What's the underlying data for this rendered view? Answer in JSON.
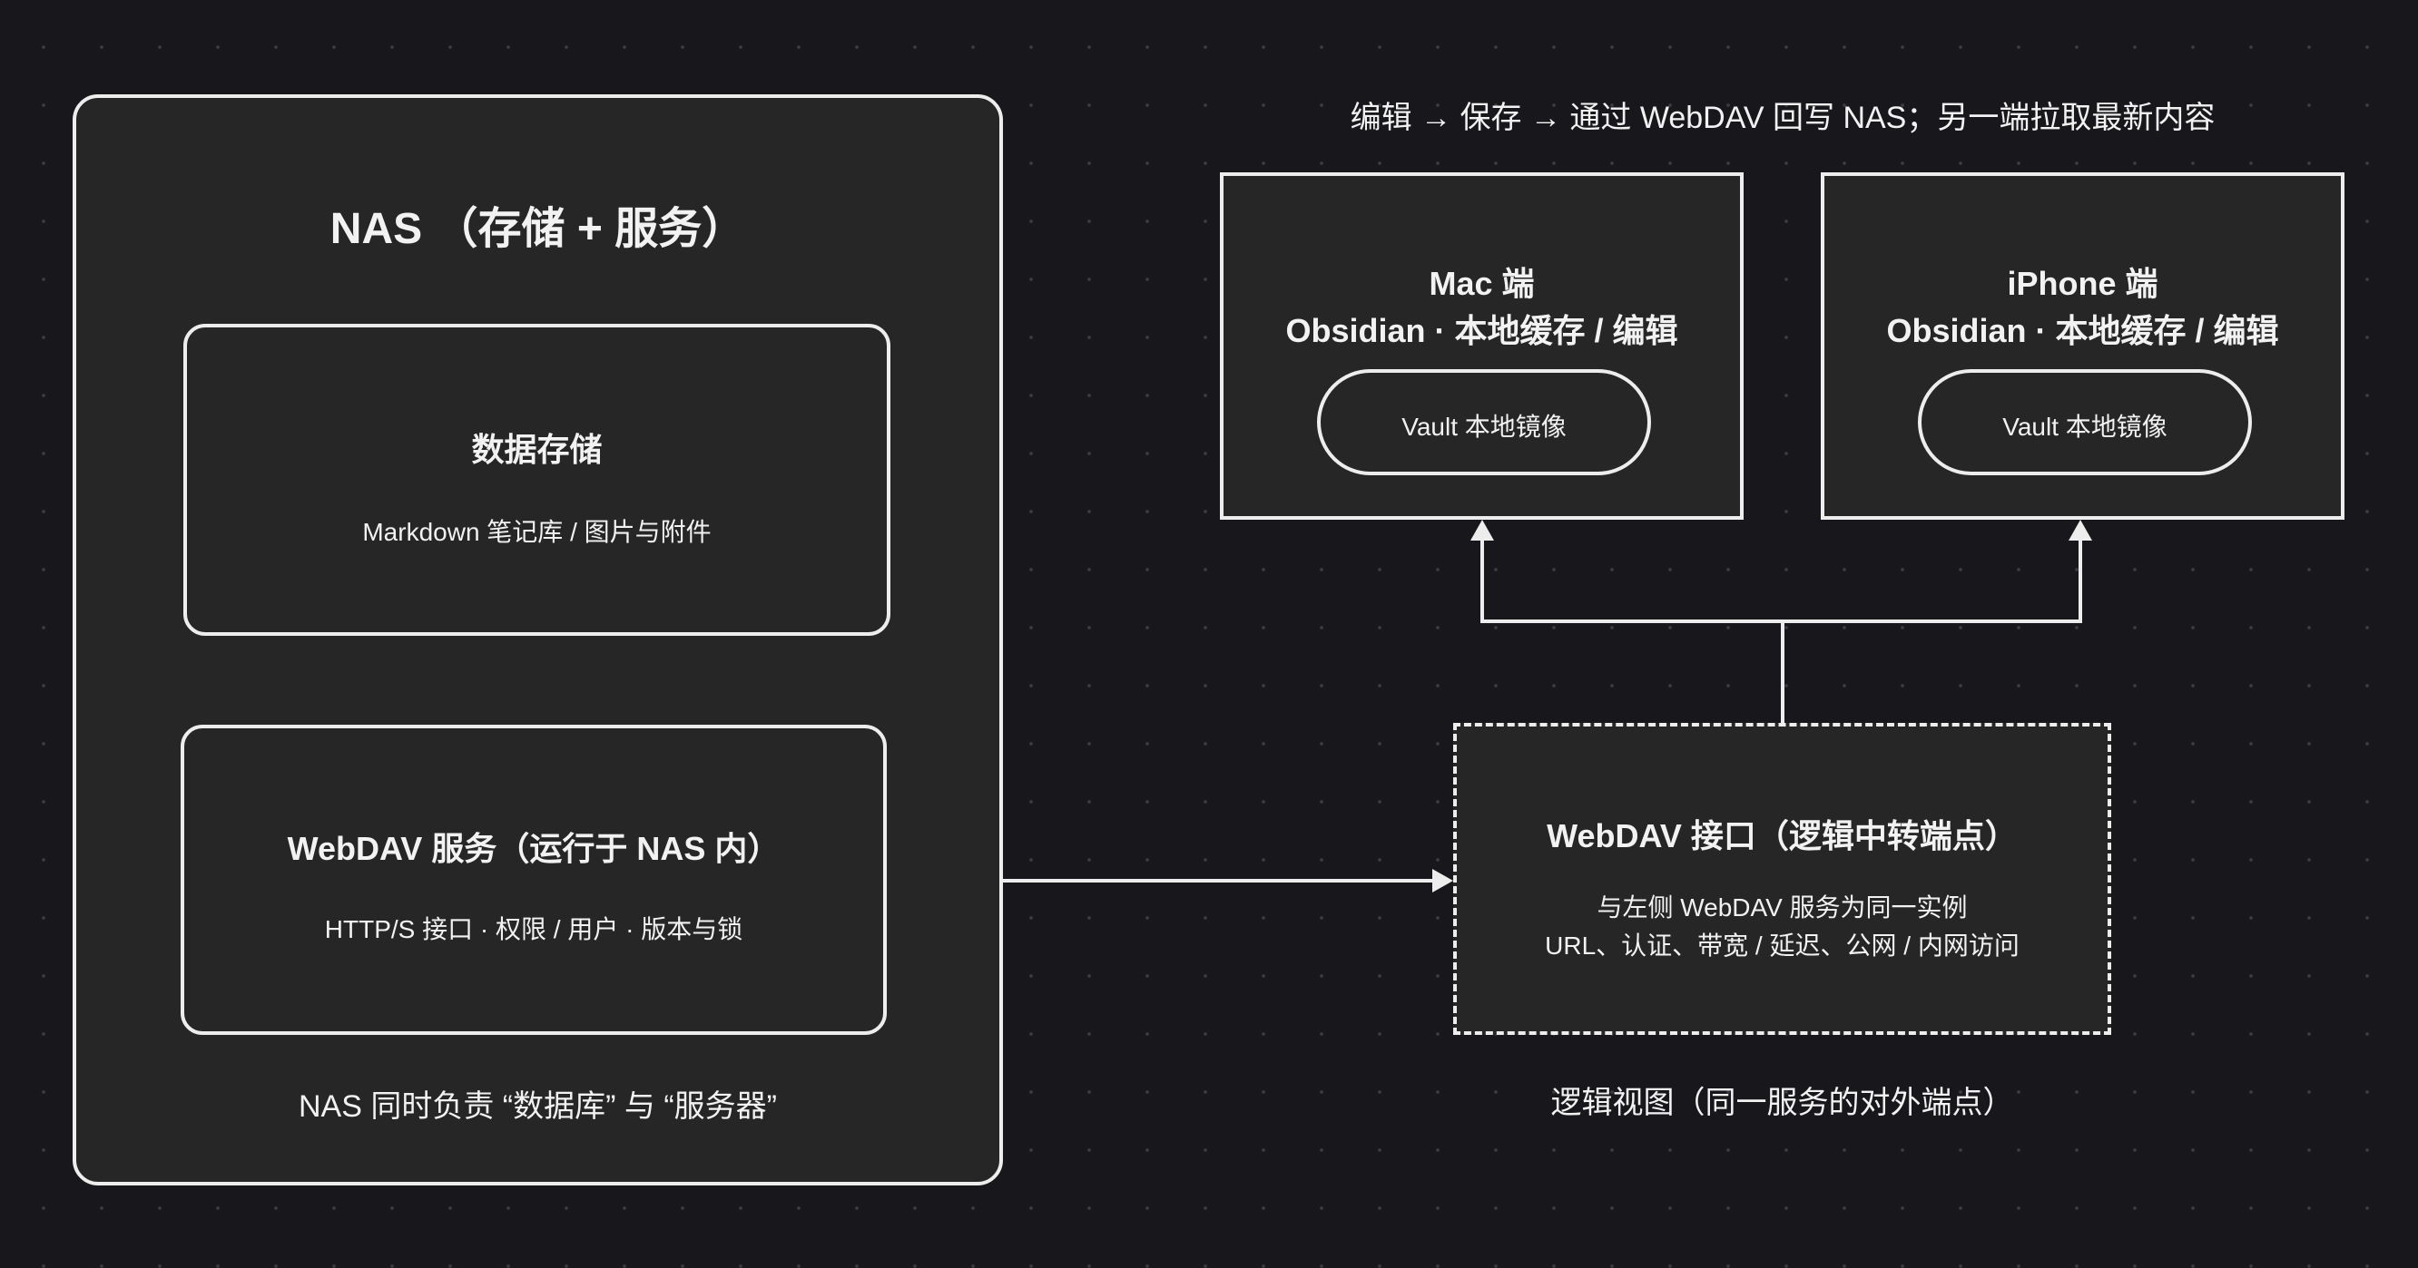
{
  "caption_top": "编辑 → 保存 → 通过 WebDAV 回写 NAS；另一端拉取最新内容",
  "nas": {
    "title": "NAS （存储 + 服务）",
    "storage": {
      "title": "数据存储",
      "subtitle": "Markdown 笔记库 / 图片与附件"
    },
    "webdav_service": {
      "title": "WebDAV 服务（运行于 NAS 内）",
      "subtitle": "HTTP/S 接口 · 权限 / 用户 · 版本与锁"
    },
    "footer": "NAS 同时负责 “数据库” 与 “服务器”"
  },
  "clients": [
    {
      "title": "Mac 端",
      "subtitle": "Obsidian · 本地缓存 / 编辑",
      "vault": "Vault 本地镜像"
    },
    {
      "title": "iPhone 端",
      "subtitle": "Obsidian · 本地缓存 / 编辑",
      "vault": "Vault 本地镜像"
    }
  ],
  "endpoint": {
    "title": "WebDAV 接口（逻辑中转端点）",
    "line1": "与左侧 WebDAV 服务为同一实例",
    "line2": "URL、认证、带宽 / 延迟、公网 / 内网访问",
    "footer": "逻辑视图（同一服务的对外端点）"
  },
  "colors": {
    "background": "#18181c",
    "panel": "#262626",
    "stroke": "#ededed",
    "text": "#f2f2f2"
  }
}
